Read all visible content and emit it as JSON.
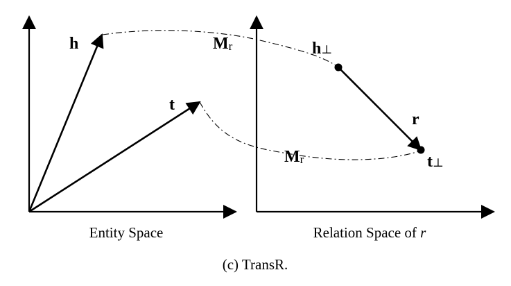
{
  "entity_space": {
    "caption": "Entity Space",
    "head_label": "h",
    "tail_label": "t"
  },
  "relation_space": {
    "caption_prefix": "Relation Space of ",
    "caption_var": "r",
    "head_proj_base": "h",
    "tail_proj_base": "t",
    "perp_symbol": "⊥",
    "relation_label": "r"
  },
  "mapping": {
    "matrix_base": "M",
    "matrix_sub": "r"
  },
  "figure_caption": "(c) TransR."
}
